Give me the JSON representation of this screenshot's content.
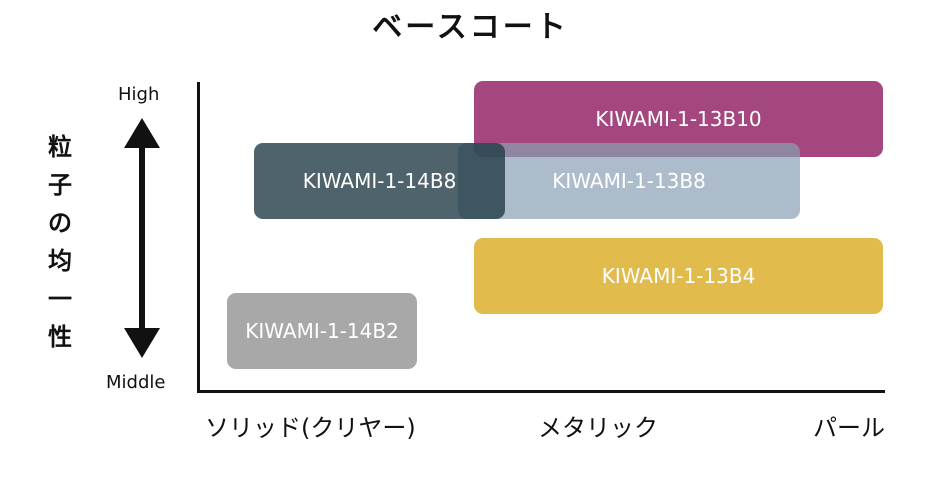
{
  "title": "ベースコート",
  "y_axis": {
    "label_chars": [
      "粒",
      "子",
      "の",
      "均",
      "一",
      "性"
    ],
    "tick_high": "High",
    "tick_low": "Middle"
  },
  "x_axis": {
    "categories": [
      "ソリッド(クリヤー)",
      "メタリック",
      "パール"
    ]
  },
  "boxes": [
    {
      "label": "KIWAMI-1-13B10",
      "color": "#a4467f"
    },
    {
      "label": "KIWAMI-1-13B8",
      "color": "#89a0b4"
    },
    {
      "label": "KIWAMI-1-14B8",
      "color": "#223c46"
    },
    {
      "label": "KIWAMI-1-13B4",
      "color": "#e2bb4d"
    },
    {
      "label": "KIWAMI-1-14B2",
      "color": "#a8a8a8"
    }
  ]
}
